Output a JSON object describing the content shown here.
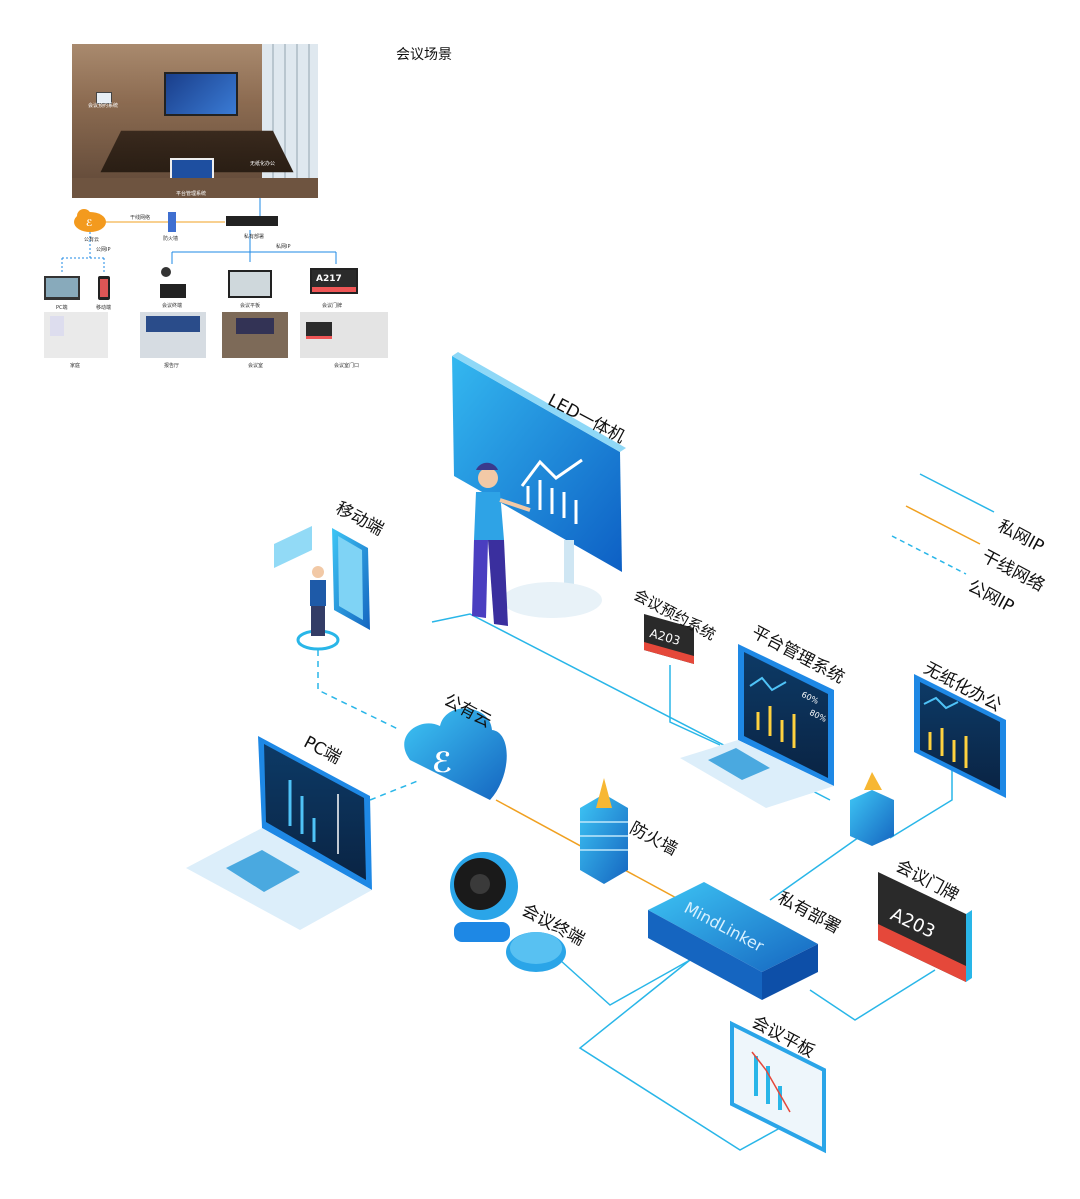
{
  "scene_title": "会议场景",
  "small_diagram": {
    "labels": {
      "cloud": "公有云",
      "public_ip": "公网IP",
      "trunk": "干线网络",
      "firewall": "防火墙",
      "private_deploy": "私有部署",
      "private_ip": "私网IP",
      "pc": "PC端",
      "mobile": "移动端",
      "terminal": "会议终端",
      "tablet": "会议平板",
      "doorplate": "会议门牌",
      "platform": "平台管理系统",
      "paperless": "无纸化办公",
      "booking": "会议预约系统",
      "home": "家庭",
      "hall": "报告厅",
      "meeting_room": "会议室",
      "meeting_door": "会议室门口"
    },
    "doorplate_code": "A217"
  },
  "main_diagram": {
    "labels": {
      "led": "LED一体机",
      "mobile": "移动端",
      "booking": "会议预约系统",
      "platform": "平台管理系统",
      "paperless": "无纸化办公",
      "cloud": "公有云",
      "pc": "PC端",
      "firewall": "防火墙",
      "terminal": "会议终端",
      "private_deploy": "私有部署",
      "doorplate": "会议门牌",
      "tablet": "会议平板"
    },
    "booking_code": "A203",
    "doorplate_code": "A203",
    "server_brand": "MindLinker",
    "screen_stats": [
      "60%",
      "80%"
    ]
  },
  "legend": {
    "items": [
      {
        "label": "私网IP",
        "style": "solid",
        "color": "#29b6e8"
      },
      {
        "label": "干线网络",
        "style": "solid",
        "color": "#f0a020"
      },
      {
        "label": "公网IP",
        "style": "dashed",
        "color": "#29b6e8"
      }
    ]
  },
  "colors": {
    "line_blue": "#29b6e8",
    "line_orange": "#f0a020",
    "device_blue": "#1e88e5",
    "screen_dark": "#0b2a4a"
  }
}
